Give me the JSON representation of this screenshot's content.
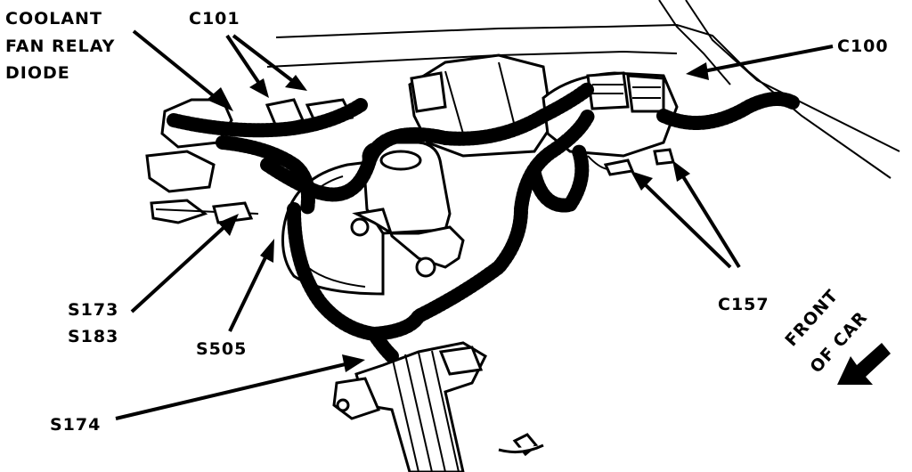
{
  "labels": {
    "coolant_fan_relay_diode_line1": "COOLANT",
    "coolant_fan_relay_diode_line2": "FAN RELAY",
    "coolant_fan_relay_diode_line3": "DIODE",
    "c101": "C101",
    "c100": "C100",
    "c157": "C157",
    "s173": "S173",
    "s183": "S183",
    "s505": "S505",
    "s174": "S174",
    "front_of_car_line1": "FRONT",
    "front_of_car_line2": "OF CAR"
  }
}
